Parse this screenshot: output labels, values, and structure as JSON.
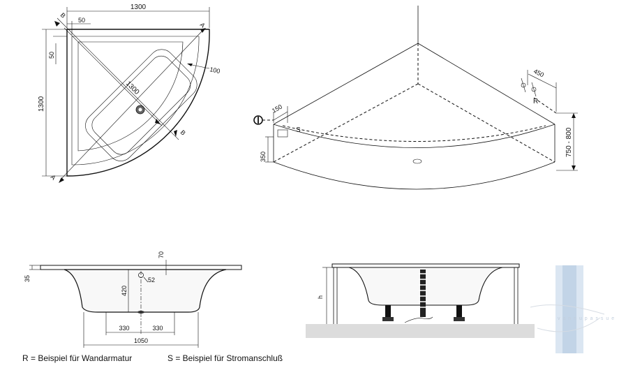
{
  "top_view": {
    "width": "1300",
    "height": "1300",
    "margin_top": "50",
    "margin_left": "50",
    "rim": "100",
    "diagonal": "1300",
    "section_b_top": "B",
    "section_b_bottom": "B",
    "section_a_top": "A",
    "section_a_bottom": "A"
  },
  "perspective_view": {
    "dim_150": "150",
    "label_s": "S",
    "dim_350": "350",
    "dim_450": "450",
    "label_r": "R",
    "dim_height": "750 - 800"
  },
  "section_view": {
    "dim_70": "70",
    "dim_35": "35",
    "dim_420": "420",
    "dim_52": "52",
    "dim_330_left": "330",
    "dim_330_right": "330",
    "dim_1050": "1050"
  },
  "side_view": {
    "label_h": "h"
  },
  "legend": {
    "r_text": "R = Beispiel für Wandarmatur",
    "s_text": "S = Beispiel für Stromanschluß"
  },
  "watermark": {
    "text": "v a n n u p a s s u e"
  }
}
